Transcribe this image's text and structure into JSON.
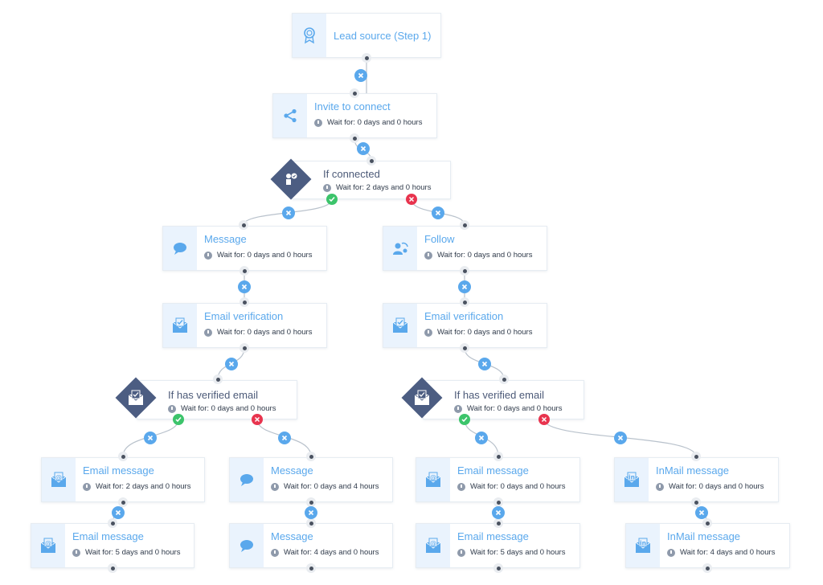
{
  "colors": {
    "accent": "#5aa8ec",
    "condition": "#4c5d82",
    "yes": "#3cc46b",
    "no": "#e8344e",
    "title_dark": "#4c5a78"
  },
  "nodes": {
    "lead_source": {
      "title": "Lead source (Step 1)",
      "icon": "award-badge-icon"
    },
    "invite": {
      "title": "Invite to connect",
      "wait": "Wait for: 0 days and 0 hours",
      "icon": "share-icon"
    },
    "if_connected": {
      "title": "If connected",
      "wait": "Wait for: 2 days and 0 hours",
      "icon": "person-check-icon"
    },
    "message_1": {
      "title": "Message",
      "wait": "Wait for: 0 days and 0 hours",
      "icon": "chat-bubble-icon"
    },
    "follow": {
      "title": "Follow",
      "wait": "Wait for: 0 days and 0 hours",
      "icon": "follow-person-icon"
    },
    "email_verif_1": {
      "title": "Email verification",
      "wait": "Wait for: 0 days and 0 hours",
      "icon": "verified-envelope-icon"
    },
    "email_verif_2": {
      "title": "Email verification",
      "wait": "Wait for: 0 days and 0 hours",
      "icon": "verified-envelope-icon"
    },
    "if_verified_1": {
      "title": "If has verified email",
      "wait": "Wait for: 0 days and 0 hours",
      "icon": "verified-envelope-icon"
    },
    "if_verified_2": {
      "title": "If has verified email",
      "wait": "Wait for: 0 days and 0 hours",
      "icon": "verified-envelope-icon"
    },
    "email_msg_1": {
      "title": "Email message",
      "wait": "Wait for: 2 days and 0 hours",
      "icon": "at-envelope-icon"
    },
    "message_2": {
      "title": "Message",
      "wait": "Wait for: 0 days and 4 hours",
      "icon": "chat-bubble-icon"
    },
    "email_msg_2": {
      "title": "Email message",
      "wait": "Wait for: 0 days and 0 hours",
      "icon": "at-envelope-icon"
    },
    "inmail_1": {
      "title": "InMail message",
      "wait": "Wait for: 0 days and 0 hours",
      "icon": "inmail-icon"
    },
    "email_msg_3": {
      "title": "Email message",
      "wait": "Wait for: 5 days and 0 hours",
      "icon": "at-envelope-icon"
    },
    "message_3": {
      "title": "Message",
      "wait": "Wait for: 4 days and 0 hours",
      "icon": "chat-bubble-icon"
    },
    "email_msg_4": {
      "title": "Email message",
      "wait": "Wait for: 5 days and 0 hours",
      "icon": "at-envelope-icon"
    },
    "inmail_2": {
      "title": "InMail message",
      "wait": "Wait for: 4 days and 0 hours",
      "icon": "inmail-icon"
    }
  }
}
